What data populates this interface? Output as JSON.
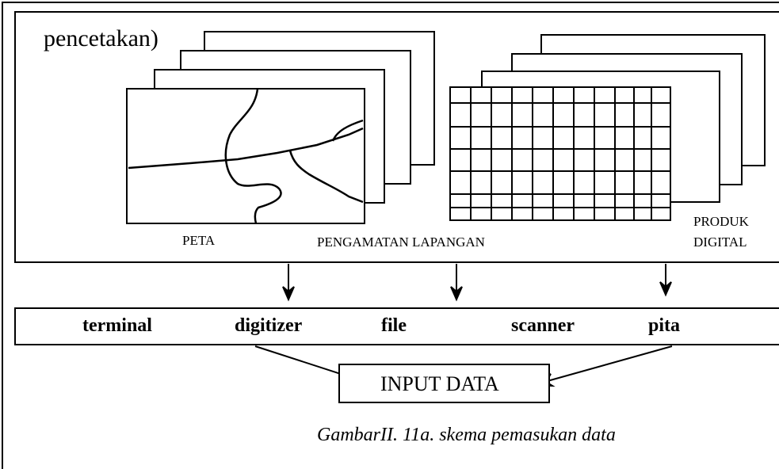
{
  "top_panel": {
    "heading": "pencetakan)",
    "labels": {
      "peta": "PETA",
      "pengamatan_lapangan": "PENGAMATAN LAPANGAN",
      "produk_line1": "PRODUK",
      "produk_line2": "DIGITAL"
    }
  },
  "devices": {
    "items": [
      "terminal",
      "digitizer",
      "file",
      "scanner",
      "pita"
    ]
  },
  "input_box": {
    "label": "INPUT DATA"
  },
  "caption": "GambarII. 11a. skema pemasukan data"
}
